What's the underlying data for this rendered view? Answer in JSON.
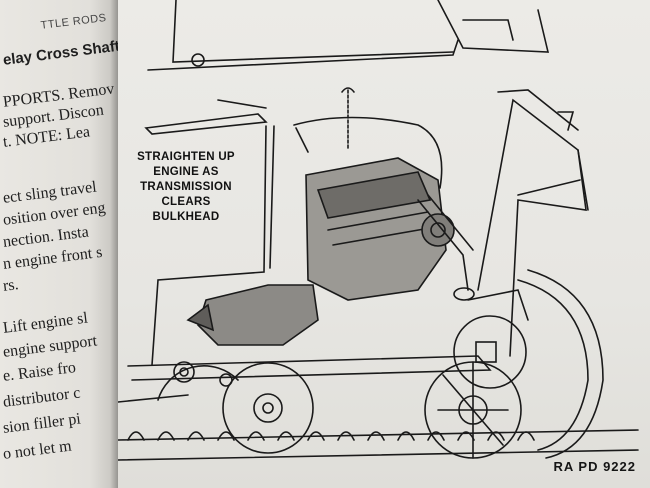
{
  "left_page": {
    "running_head": "TTLE RODS",
    "heading": "elay Cross Shaft",
    "lines": [
      "PPORTS. Remov",
      "support. Discon",
      "t. NOTE: Lea",
      "ect sling travel",
      "osition over eng",
      "nection. Insta",
      "n engine front s",
      "rs.",
      "Lift engine sl",
      "engine support",
      "e. Raise fro",
      "distributor c",
      "sion filler pi",
      "o not let m"
    ]
  },
  "figure": {
    "callout_lines": [
      "STRAIGHTEN UP",
      "ENGINE AS",
      "TRANSMISSION",
      "CLEARS BULKHEAD"
    ],
    "figure_id": "RA PD 9222"
  }
}
